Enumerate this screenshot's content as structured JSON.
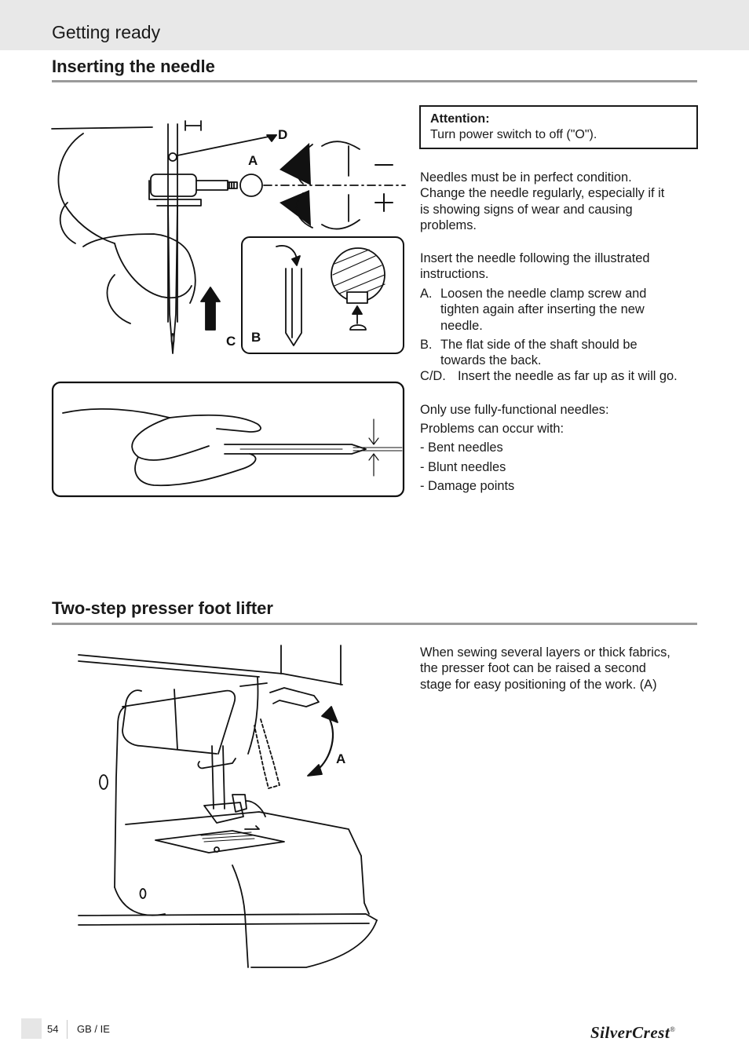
{
  "header": {
    "chapter": "Getting ready"
  },
  "section1": {
    "title": "Inserting the needle",
    "attention": {
      "heading": "Attention:",
      "text": "Turn power switch to off (\"O\")."
    },
    "para1": [
      "Needles must be in perfect condition.",
      "Change the needle regularly, especially if it",
      "is showing signs of wear and causing",
      "problems."
    ],
    "para2": [
      "Insert the needle following the illustrated",
      "instructions."
    ],
    "steps": [
      {
        "marker": "A.",
        "lines": [
          "Loosen the needle clamp screw and",
          "tighten again after inserting the new",
          "needle."
        ]
      },
      {
        "marker": "B.",
        "lines": [
          "The flat side of the shaft should be",
          "towards the back."
        ]
      },
      {
        "marker": "C/D.",
        "lines": [
          "Insert the needle as far up as it will go."
        ]
      }
    ],
    "para3": [
      "Only use fully-functional needles:",
      "Problems can occur with:"
    ],
    "problems": [
      "- Bent needles",
      "- Blunt needles",
      "- Damage points"
    ],
    "figure_labels": {
      "a": "A",
      "b": "B",
      "c": "C",
      "d": "D"
    }
  },
  "section2": {
    "title": "Two-step presser foot lifter",
    "para": [
      "When sewing several layers or thick fabrics,",
      "the presser foot can be raised a second",
      "stage for easy positioning of the work. (A)"
    ],
    "figure_labels": {
      "a": "A"
    }
  },
  "footer": {
    "page": "54",
    "region": "GB / IE",
    "brand": "SilverCrest",
    "brand_mark": "®"
  }
}
